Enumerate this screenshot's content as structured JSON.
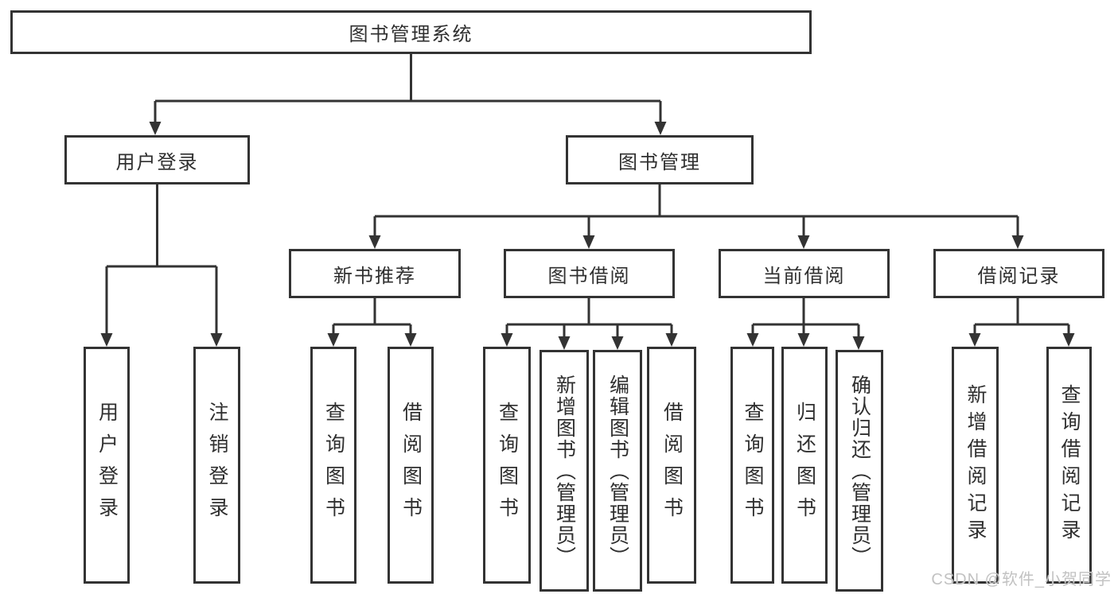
{
  "diagram": {
    "title": "图书管理系统",
    "type": "hierarchy-tree",
    "line_color": "#333333",
    "nodes": {
      "root": "图书管理系统",
      "user_login": "用户登录",
      "book_mgmt": "图书管理",
      "new_book_rec": "新书推荐",
      "book_borrow": "图书借阅",
      "current_borrow": "当前借阅",
      "borrow_records": "借阅记录",
      "leaf_user_login": "用户登录",
      "leaf_logout": "注销登录",
      "nbr_query_books": "查询图书",
      "nbr_borrow_books": "借阅图书",
      "bb_query_books": "查询图书",
      "bb_add_books": "新增图书（管理员）",
      "bb_edit_books": "编辑图书（管理员）",
      "bb_borrow_books": "借阅图书",
      "cb_query_books": "查询图书",
      "cb_return_books": "归还图书",
      "cb_confirm_return": "确认归还（管理员）",
      "br_add_record": "新增借阅记录",
      "br_query_record": "查询借阅记录"
    },
    "edges": [
      [
        "root",
        "user_login"
      ],
      [
        "root",
        "book_mgmt"
      ],
      [
        "user_login",
        "leaf_user_login"
      ],
      [
        "user_login",
        "leaf_logout"
      ],
      [
        "book_mgmt",
        "new_book_rec"
      ],
      [
        "book_mgmt",
        "book_borrow"
      ],
      [
        "book_mgmt",
        "current_borrow"
      ],
      [
        "book_mgmt",
        "borrow_records"
      ],
      [
        "new_book_rec",
        "nbr_query_books"
      ],
      [
        "new_book_rec",
        "nbr_borrow_books"
      ],
      [
        "book_borrow",
        "bb_query_books"
      ],
      [
        "book_borrow",
        "bb_add_books"
      ],
      [
        "book_borrow",
        "bb_edit_books"
      ],
      [
        "book_borrow",
        "bb_borrow_books"
      ],
      [
        "current_borrow",
        "cb_query_books"
      ],
      [
        "current_borrow",
        "cb_return_books"
      ],
      [
        "current_borrow",
        "cb_confirm_return"
      ],
      [
        "borrow_records",
        "br_add_record"
      ],
      [
        "borrow_records",
        "br_query_record"
      ]
    ]
  },
  "watermark": {
    "text": "CSDN @软件_小贺同学",
    "color": "#c2c2c2"
  }
}
